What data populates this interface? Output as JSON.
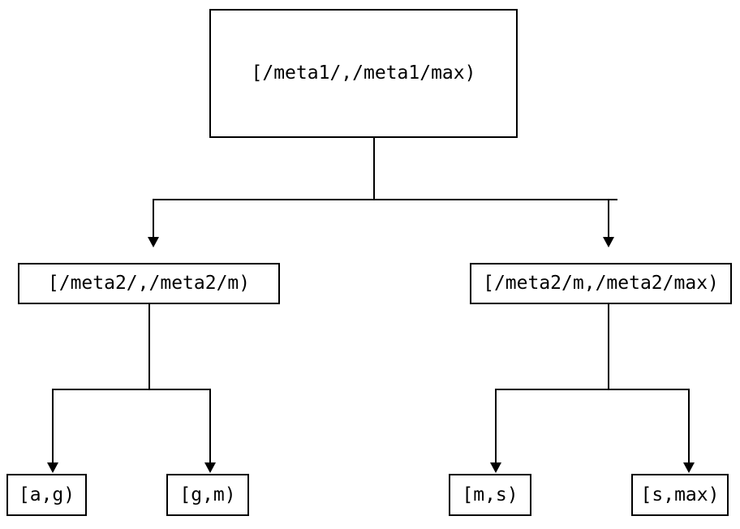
{
  "diagram": {
    "type": "tree",
    "title": "",
    "background_color": "#ffffff",
    "line_color": "#000000",
    "text_color": "#000000",
    "root": {
      "label": "[/meta1/,/meta1/max)"
    },
    "mid_level": [
      {
        "label": "[/meta2/,/meta2/m)"
      },
      {
        "label": "[/meta2/m,/meta2/max)"
      }
    ],
    "leaves": [
      {
        "label": "[a,g)"
      },
      {
        "label": "[g,m)"
      },
      {
        "label": "[m,s)"
      },
      {
        "label": "[s,max)"
      }
    ],
    "edges": [
      {
        "from": "[/meta1/,/meta1/max)",
        "to": "[/meta2/,/meta2/m)"
      },
      {
        "from": "[/meta1/,/meta1/max)",
        "to": "[/meta2/m,/meta2/max)"
      },
      {
        "from": "[/meta2/,/meta2/m)",
        "to": "[a,g)"
      },
      {
        "from": "[/meta2/,/meta2/m)",
        "to": "[g,m)"
      },
      {
        "from": "[/meta2/m,/meta2/max)",
        "to": "[m,s)"
      },
      {
        "from": "[/meta2/m,/meta2/max)",
        "to": "[s,max)"
      }
    ]
  }
}
